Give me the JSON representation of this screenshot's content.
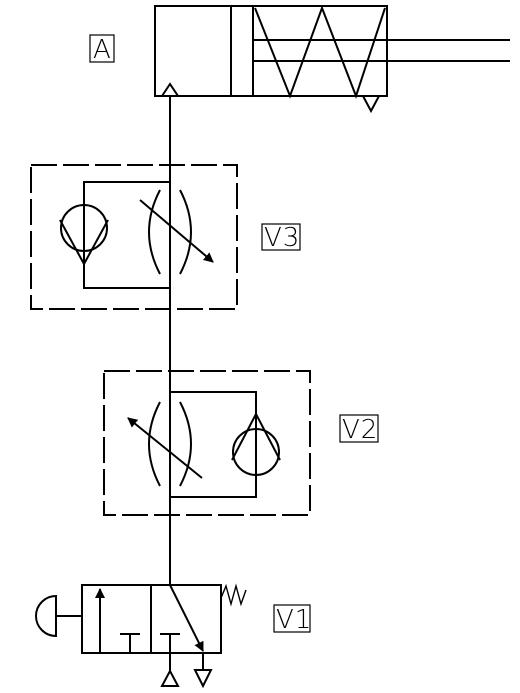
{
  "labels": {
    "cylinder": "A",
    "valve_v3": "V3",
    "valve_v2": "V2",
    "valve_v1": "V1"
  },
  "colors": {
    "line": "#000000",
    "background": "#ffffff"
  },
  "components": {
    "cylinder": "spring-return-cylinder",
    "v3": "one-way-flow-control-valve",
    "v2": "one-way-flow-control-valve",
    "v1": "3-2-pushbutton-valve-spring-return"
  }
}
